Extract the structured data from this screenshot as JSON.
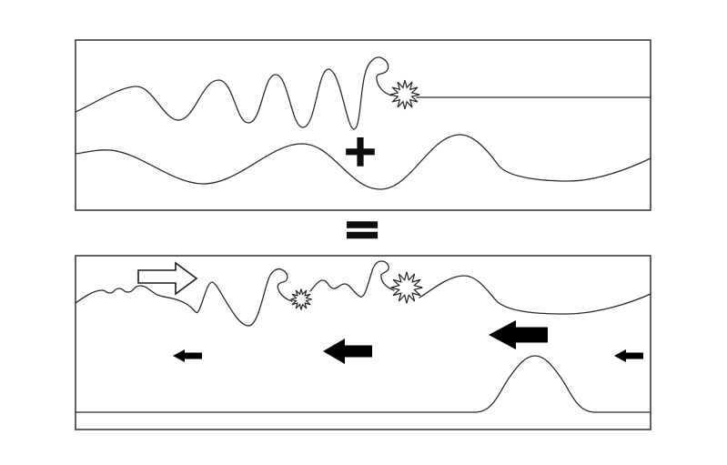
{
  "diagram": {
    "description": "wave superposition diagram: shoaling wave train plus long wave equals combined surf-zone surface with sandbar",
    "operators": {
      "plus": "+",
      "equals": "="
    },
    "colors": {
      "background": "#ffffff",
      "line": "#2a2a2a",
      "border": "#3a3a3a",
      "arrow_solid": "#000000",
      "arrow_outline_fill": "#ffffff"
    },
    "top_panel": {
      "items": [
        {
          "name": "shoaling-wave-train"
        },
        {
          "name": "breaking-wave-curl"
        },
        {
          "name": "splash-burst-icon"
        },
        {
          "name": "flat-water-line"
        },
        {
          "name": "long-wave"
        }
      ]
    },
    "bottom_panel": {
      "items": [
        {
          "name": "combined-wave-surface"
        },
        {
          "name": "breaking-wave-curl",
          "count": 2
        },
        {
          "name": "splash-burst-icon",
          "count": 2
        },
        {
          "name": "onshore-arrow",
          "direction": "right",
          "style": "outline"
        },
        {
          "name": "offshore-arrow-small",
          "direction": "left",
          "style": "solid"
        },
        {
          "name": "offshore-arrow-medium",
          "direction": "left",
          "style": "solid"
        },
        {
          "name": "offshore-arrow-large",
          "direction": "left",
          "style": "solid"
        },
        {
          "name": "offshore-arrow-right-edge",
          "direction": "left",
          "style": "solid"
        },
        {
          "name": "seabed-line"
        },
        {
          "name": "sandbar-bump"
        }
      ]
    }
  }
}
